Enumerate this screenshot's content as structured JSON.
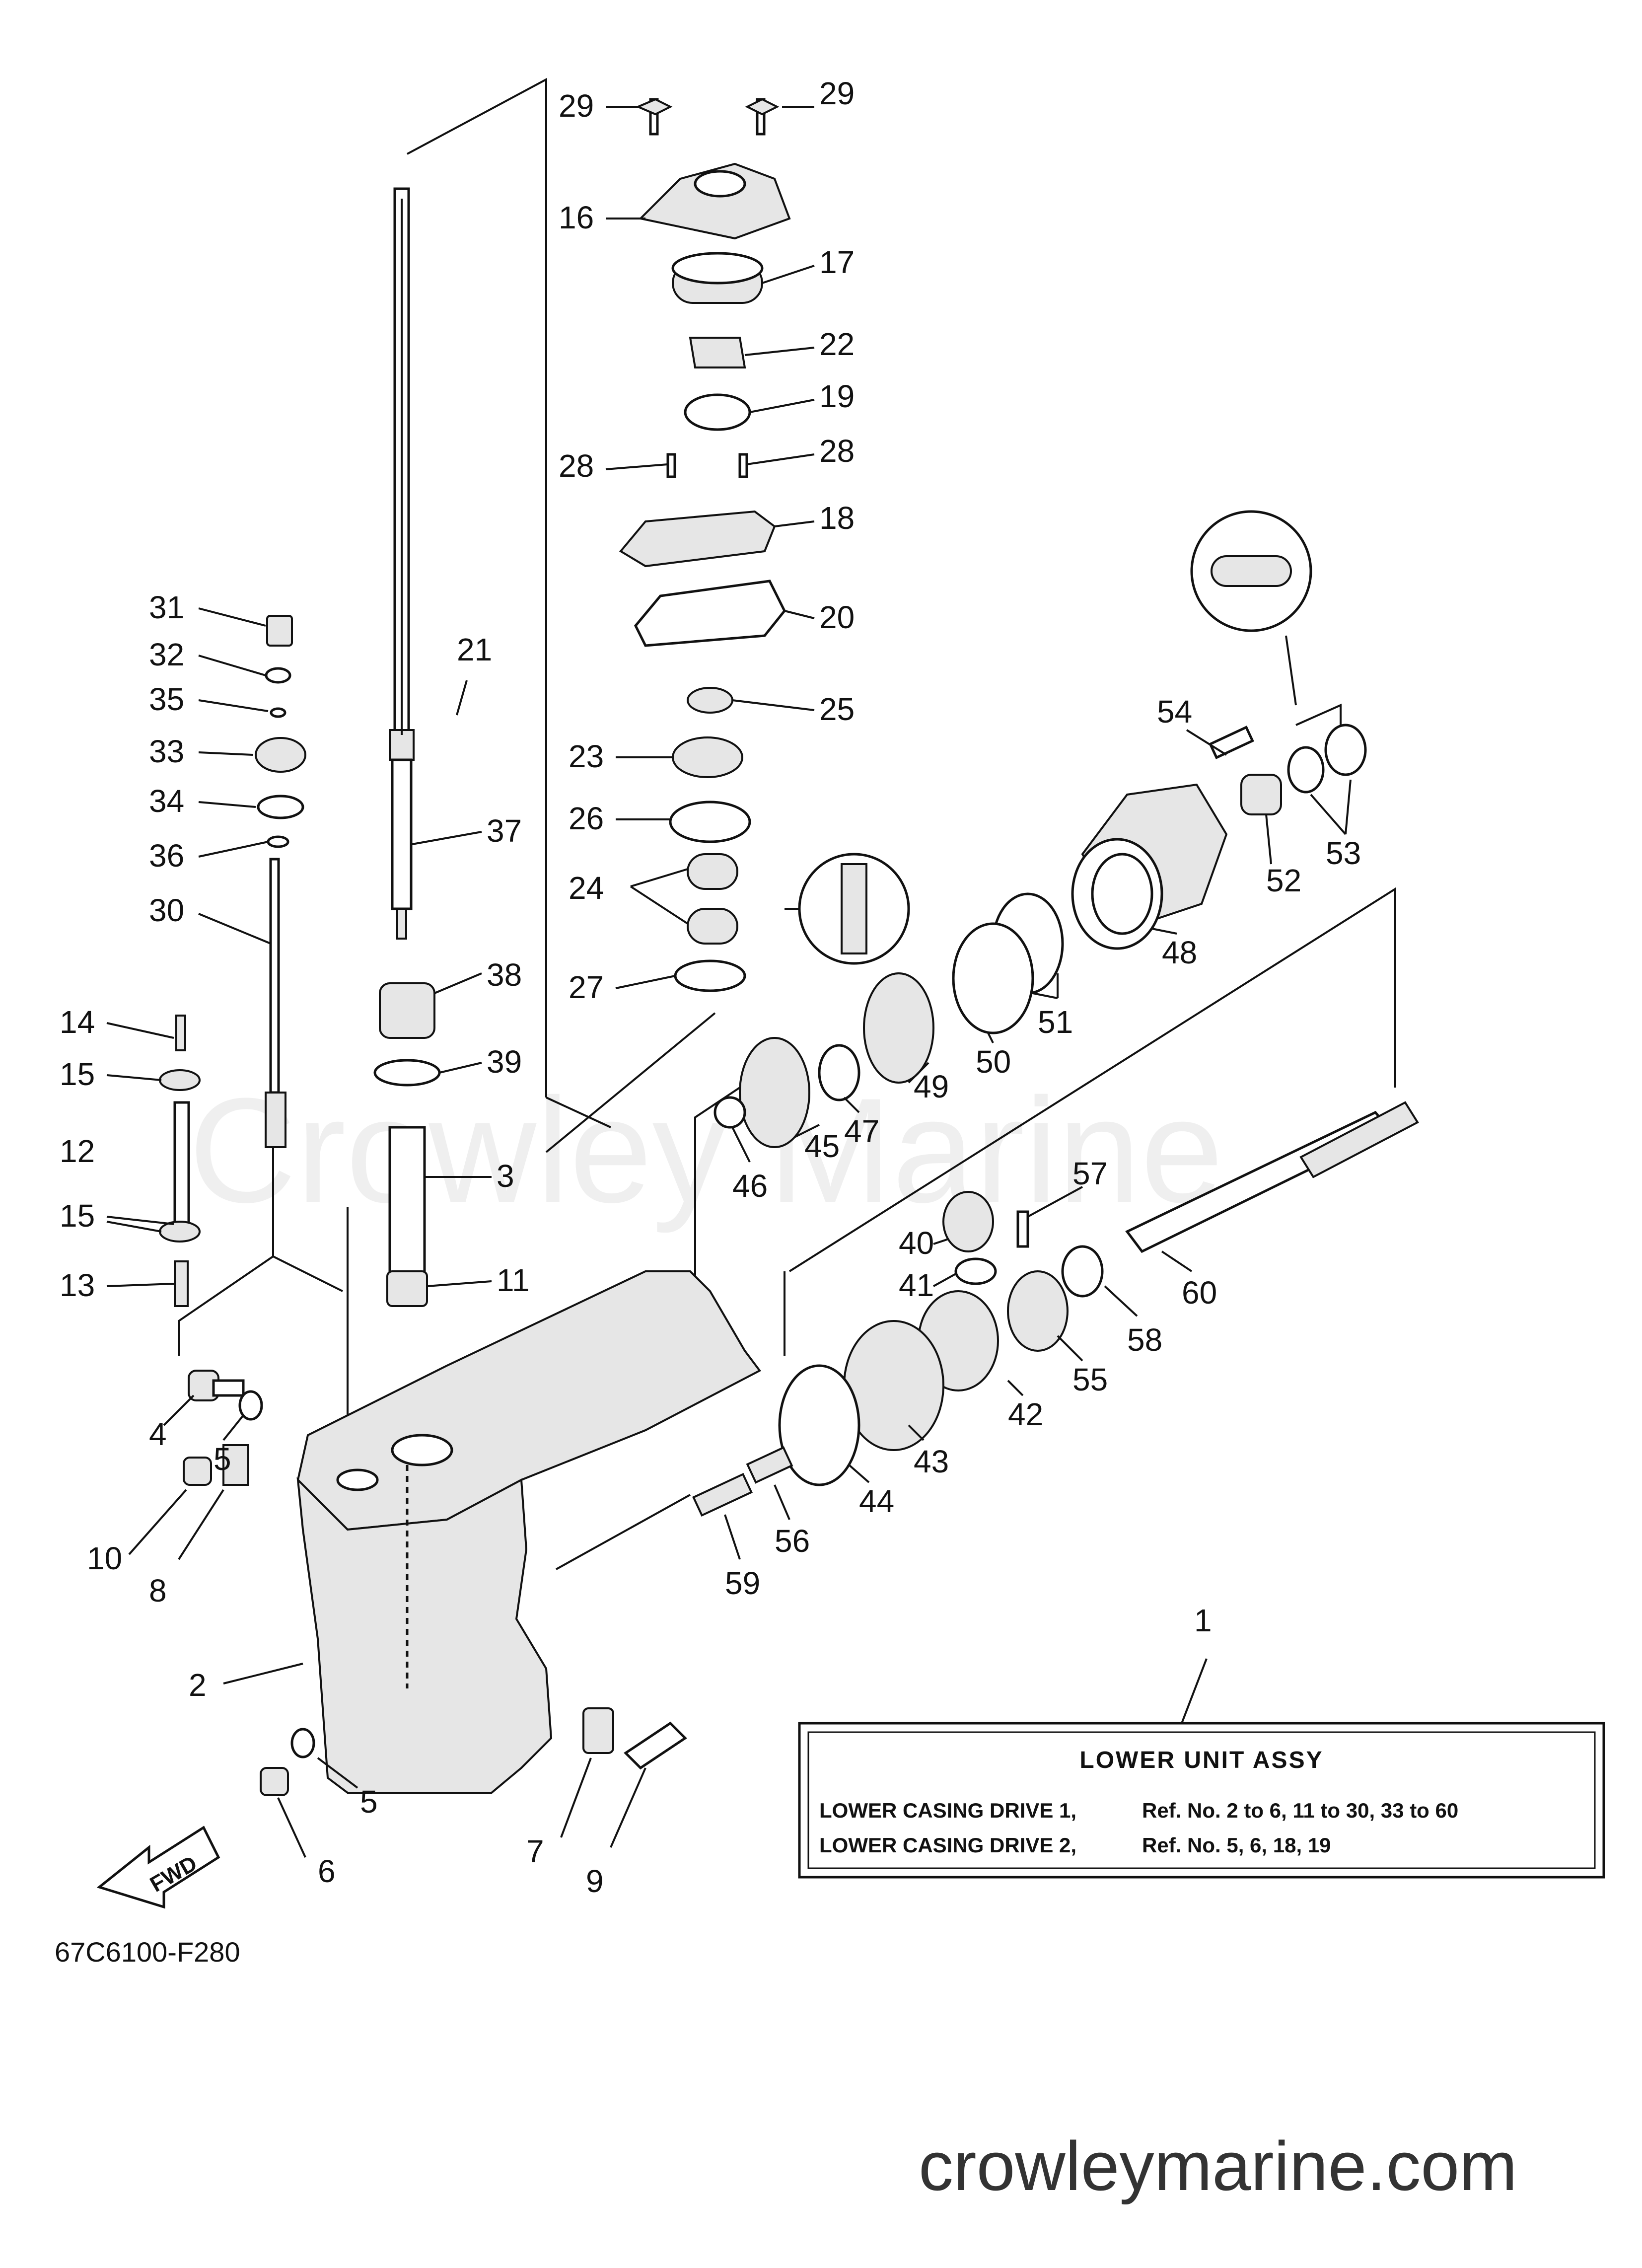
{
  "diagram": {
    "part_labels": [
      "29",
      "29",
      "16",
      "17",
      "22",
      "19",
      "28",
      "28",
      "18",
      "20",
      "25",
      "23",
      "26",
      "24",
      "27",
      "21",
      "31",
      "32",
      "35",
      "33",
      "34",
      "36",
      "30",
      "37",
      "38",
      "39",
      "3",
      "11",
      "14",
      "15",
      "12",
      "15",
      "13",
      "4",
      "5",
      "10",
      "8",
      "2",
      "5",
      "6",
      "7",
      "9",
      "54",
      "52",
      "53",
      "48",
      "50",
      "51",
      "49",
      "47",
      "45",
      "46",
      "40",
      "41",
      "57",
      "42",
      "55",
      "58",
      "60",
      "43",
      "44",
      "56",
      "59",
      "1"
    ],
    "table": {
      "title": "LOWER UNIT ASSY",
      "rows": [
        {
          "name": "LOWER CASING DRIVE 1,",
          "ref": "Ref. No. 2 to 6, 11 to 30, 33 to 60"
        },
        {
          "name": "LOWER CASING DRIVE 2,",
          "ref": "Ref. No. 5, 6, 18, 19"
        }
      ]
    },
    "drawing_code": "67C6100-F280",
    "fwd_label": "FWD",
    "watermark": "Crowley Marine",
    "website": "crowleymarine.com"
  }
}
